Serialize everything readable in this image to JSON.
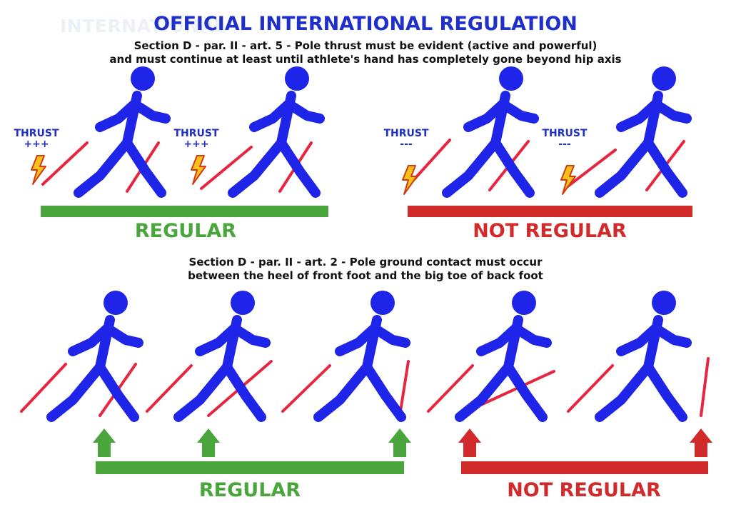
{
  "watermark": "INTERNATIONAL",
  "title": "OFFICIAL INTERNATIONAL REGULATION",
  "section1": {
    "line1": "Section D - par. II - art. 5 - Pole thrust must be evident (active and powerful)",
    "line2": "and must continue at least until athlete's hand has completely gone beyond hip axis",
    "thrust_label": "THRUST",
    "regular_mark": "+++",
    "irregular_mark": "---",
    "regular_label": "REGULAR",
    "not_regular_label": "NOT REGULAR"
  },
  "section2": {
    "line1": "Section D - par. II - art. 2 - Pole ground contact must occur",
    "line2": "between the heel of front foot and the big toe of back foot",
    "regular_label": "REGULAR",
    "not_regular_label": "NOT REGULAR"
  },
  "icons": [
    "walker-figure-icon",
    "pole-icon",
    "lightning-bolt-icon",
    "up-arrow-icon"
  ],
  "colors": {
    "title": "#1f2fc9",
    "figure": "#1e25e8",
    "pole": "#e8253f",
    "regular": "#49a53c",
    "not_regular": "#d02a2a",
    "bolt": "#f6c21a",
    "bolt_outline": "#d23b12"
  }
}
